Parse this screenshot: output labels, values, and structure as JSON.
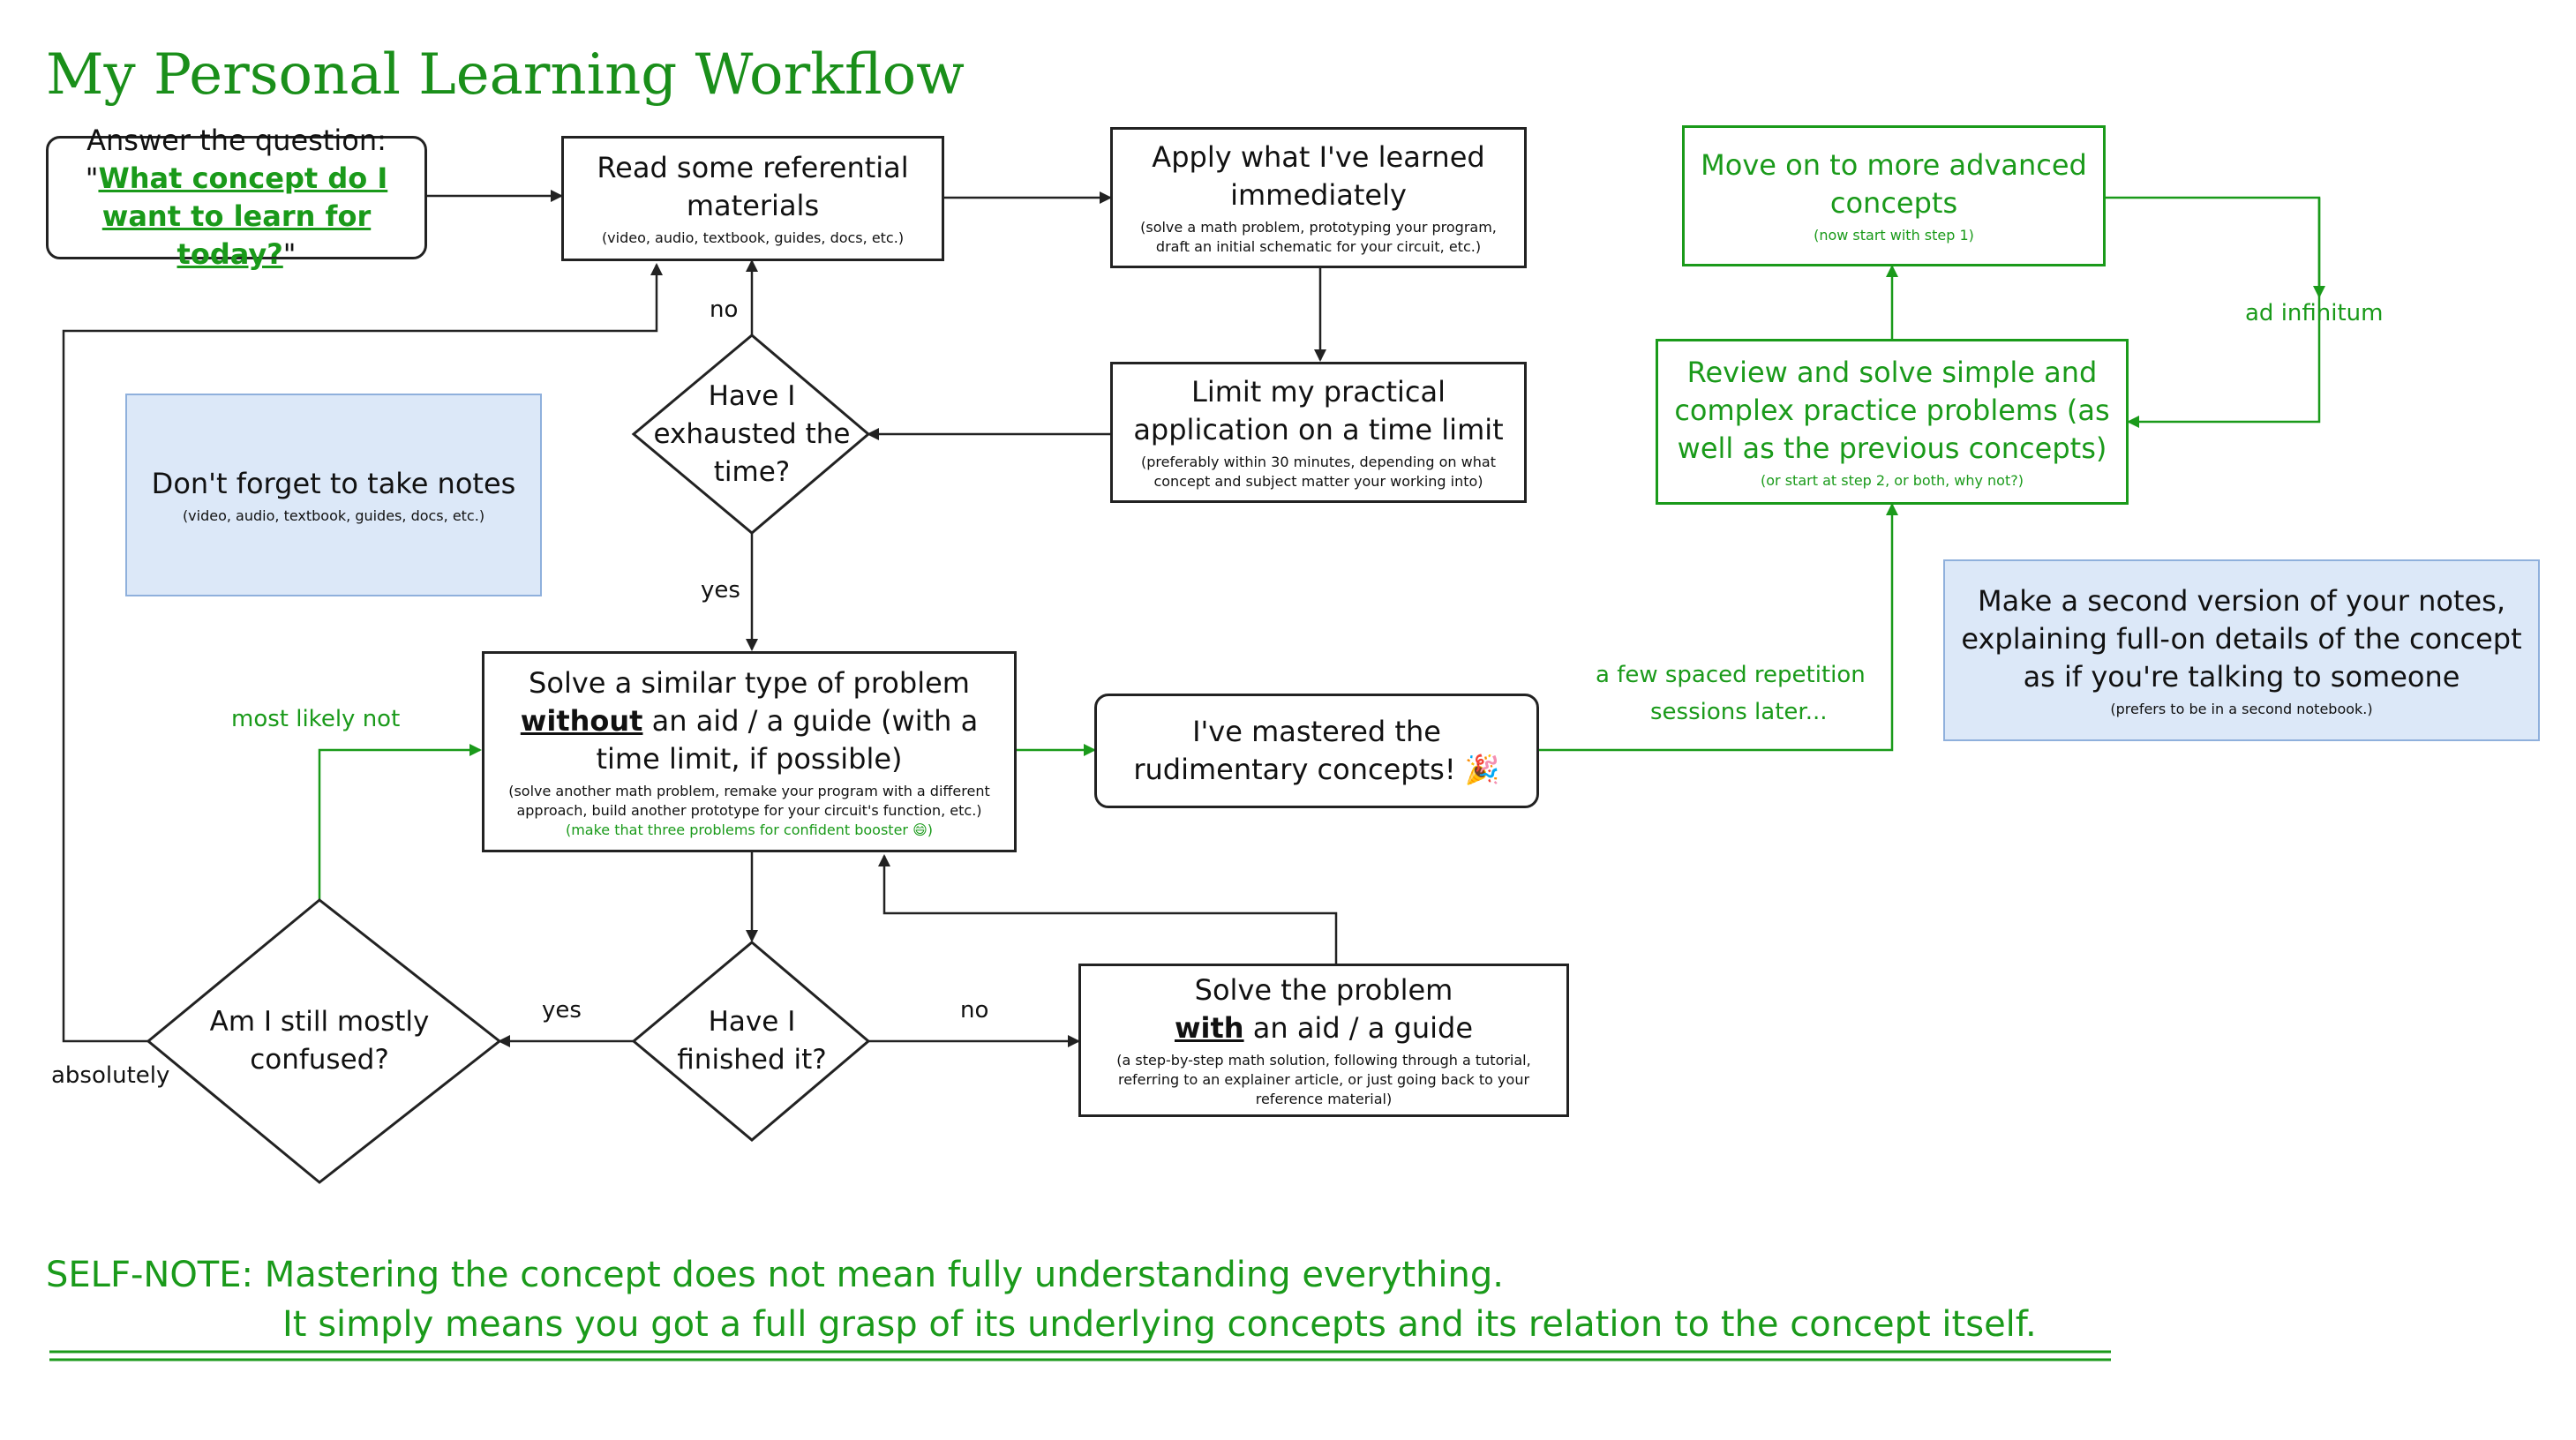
{
  "title": "My Personal Learning Workflow",
  "nodes": {
    "start": {
      "prefix": "Answer the question:",
      "quote_open": "\"",
      "link": "What concept do I want to learn for today?",
      "quote_close": "\""
    },
    "read": {
      "main": "Read some referential materials",
      "sub": "(video, audio, textbook, guides, docs, etc.)"
    },
    "apply": {
      "main": "Apply what I've learned immediately",
      "sub": "(solve a math problem, prototyping your program, draft an initial schematic for your circuit, etc.)"
    },
    "limit": {
      "main": "Limit my practical application on a time limit",
      "sub": "(preferably within 30 minutes, depending on what concept and subject matter your working into)"
    },
    "exhausted": {
      "text": "Have I exhausted the time?"
    },
    "notes_reminder": {
      "main": "Don't forget to take notes",
      "sub": "(video, audio, textbook, guides, docs, etc.)"
    },
    "solve_similar": {
      "line1": "Solve a similar type of problem",
      "bold": "without",
      "line2_rest": " an aid / a guide (with a time limit, if possible)",
      "sub": "(solve another math problem, remake your program with a different approach, build another prototype for your circuit's function, etc.)",
      "green_sub": "(make that three problems for confident booster 😄)"
    },
    "mastered": {
      "text": "I've mastered the rudimentary concepts! 🎉"
    },
    "finished": {
      "text": "Have I finished it?"
    },
    "confused": {
      "text": "Am I still mostly confused?"
    },
    "solve_with": {
      "line1": "Solve the problem",
      "bold": "with",
      "line2_rest": " an aid / a guide",
      "sub": "(a step-by-step math solution, following through a tutorial, referring to an explainer article, or just going back to your reference material)"
    },
    "review": {
      "main": "Review and solve simple and complex practice problems (as well as the previous concepts)",
      "sub": "(or start at step 2, or both, why not?)"
    },
    "advanced": {
      "main": "Move on to more advanced concepts",
      "sub": "(now start with step 1)"
    },
    "second_version": {
      "main": "Make a second version of your notes, explaining full-on details of the concept as if you're talking to someone",
      "sub": "(prefers to be in a second notebook.)"
    }
  },
  "edge_labels": {
    "no_top": "no",
    "yes_mid": "yes",
    "most_likely_not": "most likely not",
    "yes_left": "yes",
    "no_right": "no",
    "absolutely": "absolutely",
    "spaced_1": "a few spaced repetition",
    "spaced_2": "sessions later...",
    "ad_infinitum": "ad infinitum"
  },
  "self_note": {
    "line1": "SELF-NOTE: Mastering the concept does not mean fully understanding everything.",
    "line2": "It simply means you got a full grasp of its underlying concepts and its relation to the concept itself."
  },
  "colors": {
    "accent": "#1a9a1a",
    "stroke": "#222222",
    "note_fill": "#dce8f8"
  }
}
